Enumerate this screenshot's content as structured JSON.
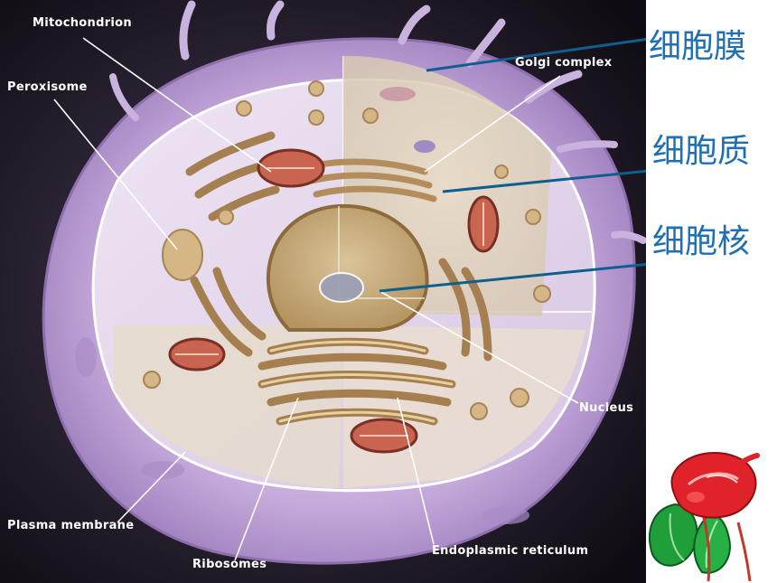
{
  "diagram": {
    "english_labels": {
      "mitochondrion": "Mitochondrion",
      "peroxisome": "Peroxisome",
      "golgi": "Golgi complex",
      "nucleus": "Nucleus",
      "plasma_membrane": "Plasma membrane",
      "ribosomes": "Ribosomes",
      "er": "Endoplasmic reticulum"
    },
    "chinese_labels": {
      "membrane": "细胞膜",
      "cytoplasm": "细胞质",
      "nucleus": "细胞核"
    }
  },
  "colors": {
    "chinese_label": "#1f6fb2",
    "pointer_line": "#0e5f8f",
    "background_dark": "#151218",
    "membrane_purple": "#b79bd0",
    "cytoplasm_tan": "#c9a97a",
    "flower_red": "#e0222a",
    "leaf_green": "#1f9e3a"
  },
  "icons": {
    "decoration": "anthurium-flower-icon"
  }
}
